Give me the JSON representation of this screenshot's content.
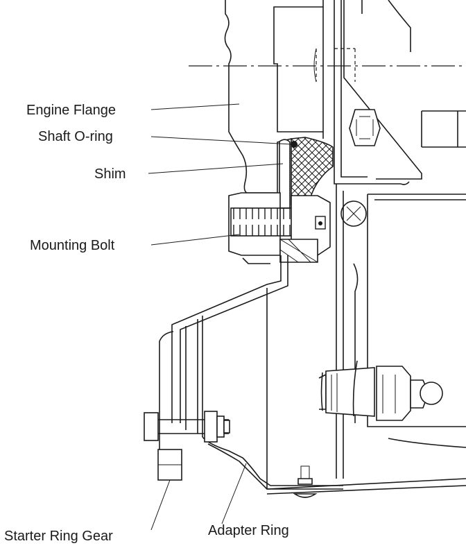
{
  "diagram": {
    "labels": {
      "engine_flange": "Engine Flange",
      "shaft_oring": "Shaft O-ring",
      "shim": "Shim",
      "mounting_bolt": "Mounting Bolt",
      "starter_ring_gear": "Starter Ring Gear",
      "adapter_ring": "Adapter Ring"
    }
  }
}
